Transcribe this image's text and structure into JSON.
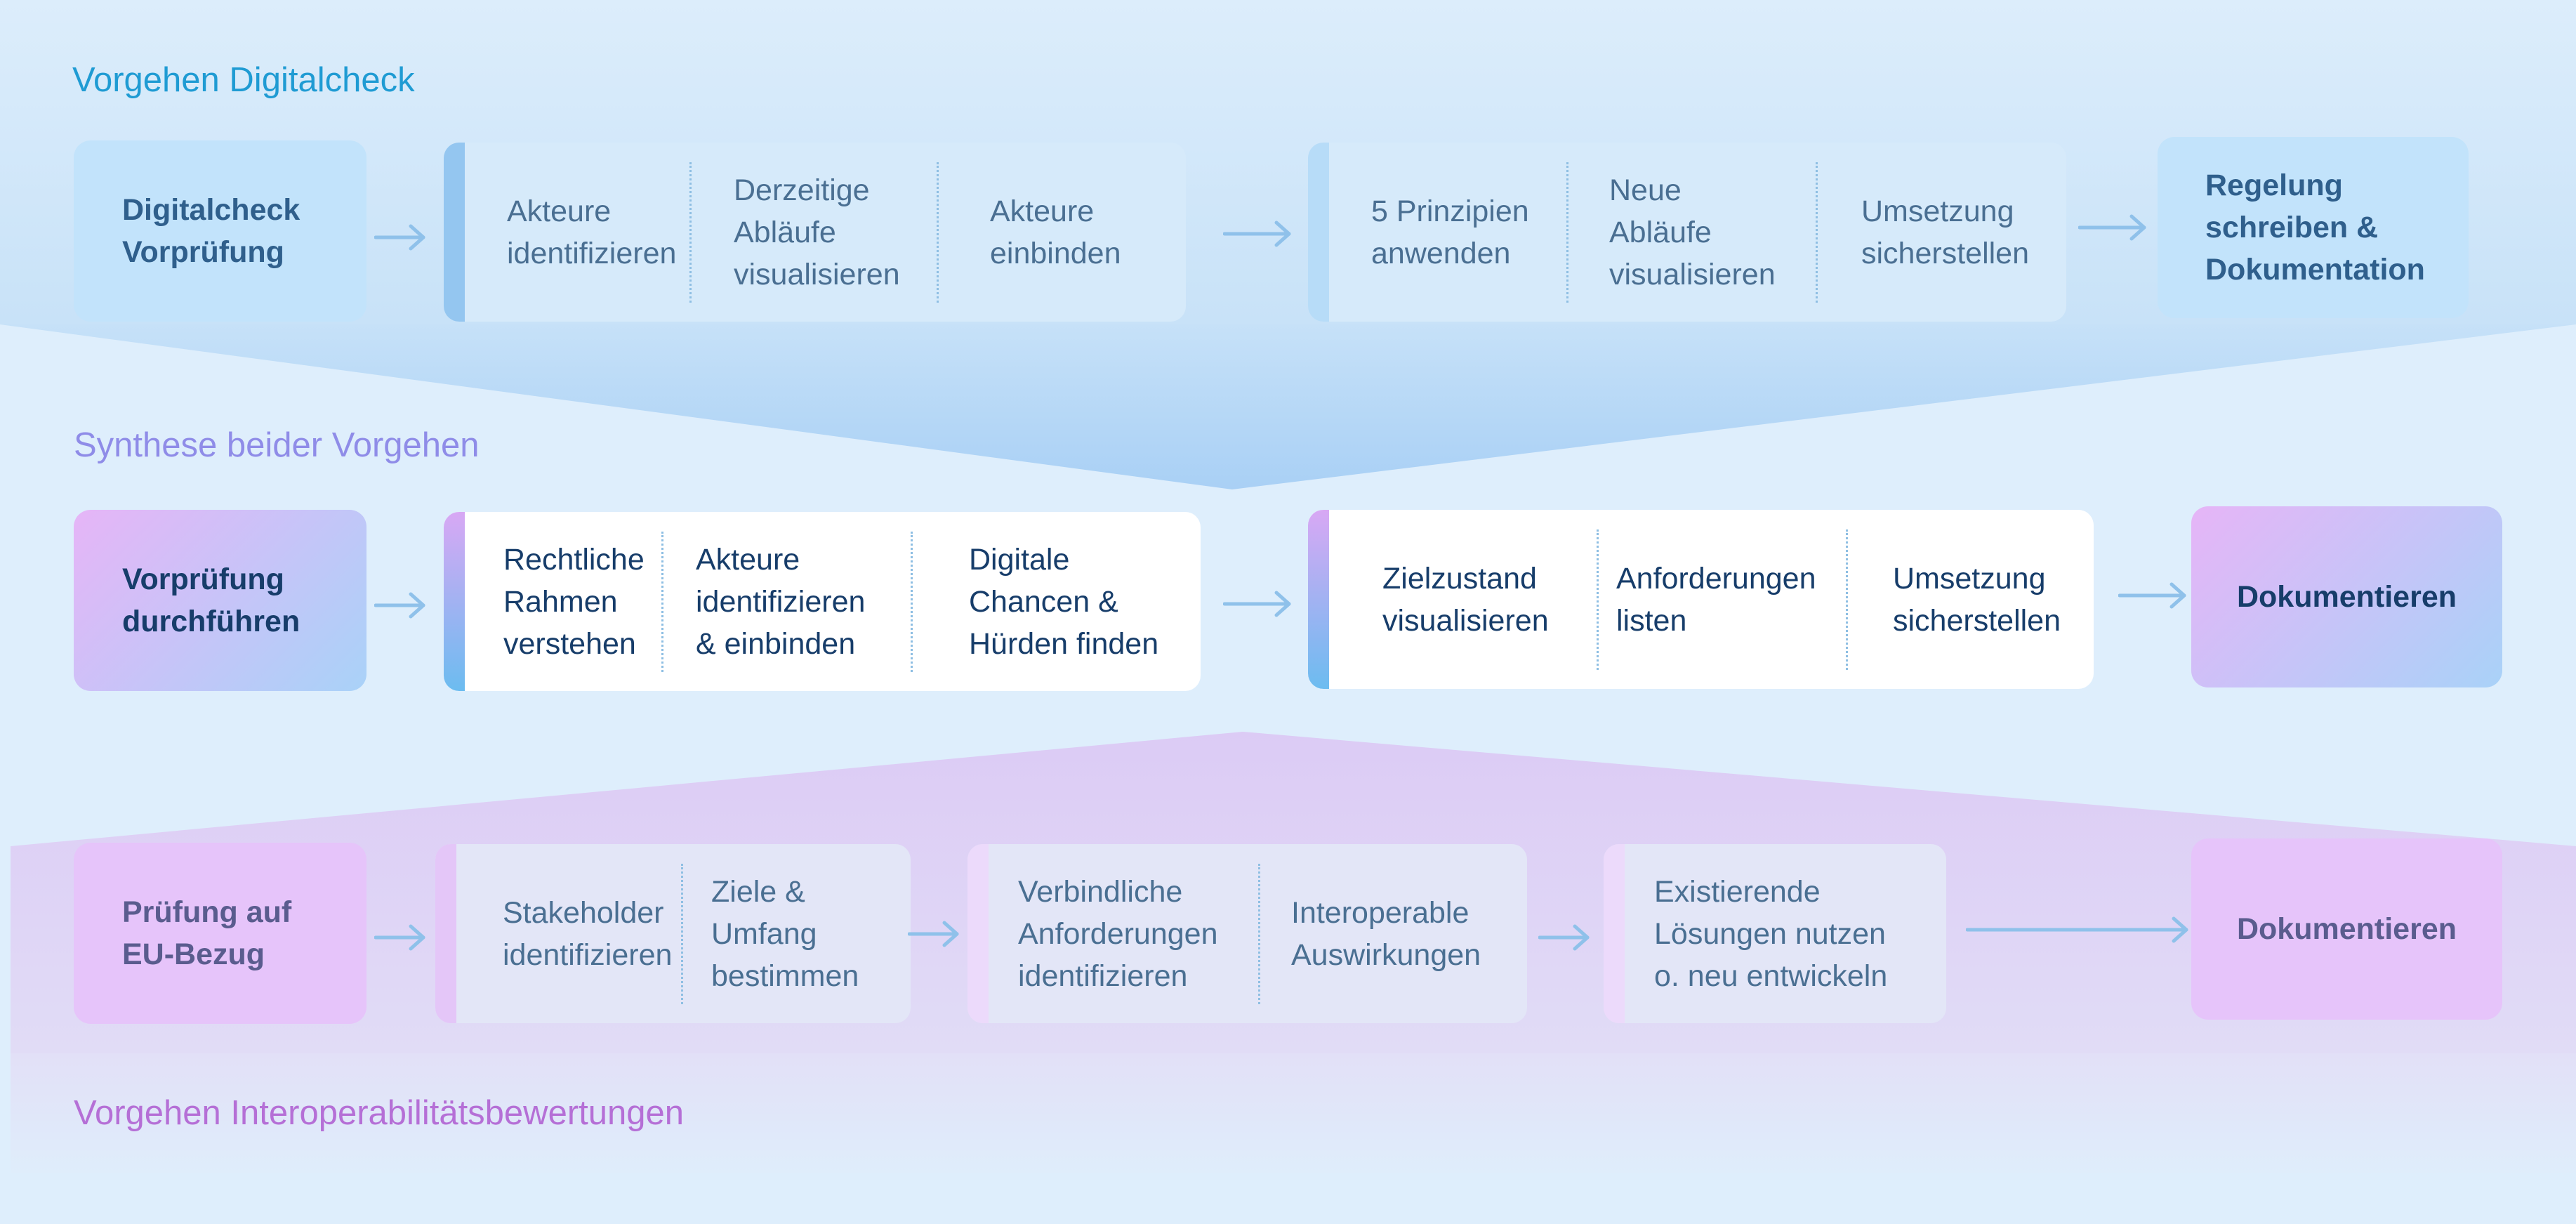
{
  "colors": {
    "background": "#deeefc",
    "title_digitalcheck": "#1f9bd3",
    "title_synthese": "#8f8ce8",
    "title_interop": "#b56fd6",
    "text_dark": "#173d6a",
    "text_light": "#4a6f92",
    "box_blue": "#c2e3fb",
    "box_pink": "#e9c4f9",
    "arrow": "#8fc1ea"
  },
  "sections": {
    "digitalcheck": {
      "title": "Vorgehen Digitalcheck",
      "start_box": [
        "Digitalcheck",
        "Vorprüfung"
      ],
      "group1": [
        [
          "Akteure",
          "identifizieren"
        ],
        [
          "Derzeitige",
          "Abläufe",
          "visualisieren"
        ],
        [
          "Akteure",
          "einbinden"
        ]
      ],
      "group2": [
        [
          "5 Prinzipien",
          "anwenden"
        ],
        [
          "Neue",
          "Abläufe",
          "visualisieren"
        ],
        [
          "Umsetzung",
          "sicherstellen"
        ]
      ],
      "end_box": [
        "Regelung",
        "schreiben &",
        "Dokumentation"
      ]
    },
    "synthese": {
      "title": "Synthese beider Vorgehen",
      "start_box": [
        "Vorprüfung",
        "durchführen"
      ],
      "group1": [
        [
          "Rechtliche",
          "Rahmen",
          "verstehen"
        ],
        [
          "Akteure",
          "identifizieren",
          "& einbinden"
        ],
        [
          "Digitale",
          "Chancen &",
          "Hürden finden"
        ]
      ],
      "group2": [
        [
          "Zielzustand",
          "visualisieren"
        ],
        [
          "Anforderungen",
          "listen"
        ],
        [
          "Umsetzung",
          "sicherstellen"
        ]
      ],
      "end_box": [
        "Dokumentieren"
      ]
    },
    "interop": {
      "title": "Vorgehen Interoperabilitätsbewertungen",
      "start_box": [
        "Prüfung auf",
        "EU-Bezug"
      ],
      "group1": [
        [
          "Stakeholder",
          "identifizieren"
        ],
        [
          "Ziele &",
          "Umfang",
          "bestimmen"
        ]
      ],
      "group2": [
        [
          "Verbindliche",
          "Anforderungen",
          "identifizieren"
        ],
        [
          "Interoperable",
          "Auswirkungen"
        ]
      ],
      "group3": [
        [
          "Existierende",
          "Lösungen nutzen",
          "o. neu entwickeln"
        ]
      ],
      "end_box": [
        "Dokumentieren"
      ]
    }
  }
}
